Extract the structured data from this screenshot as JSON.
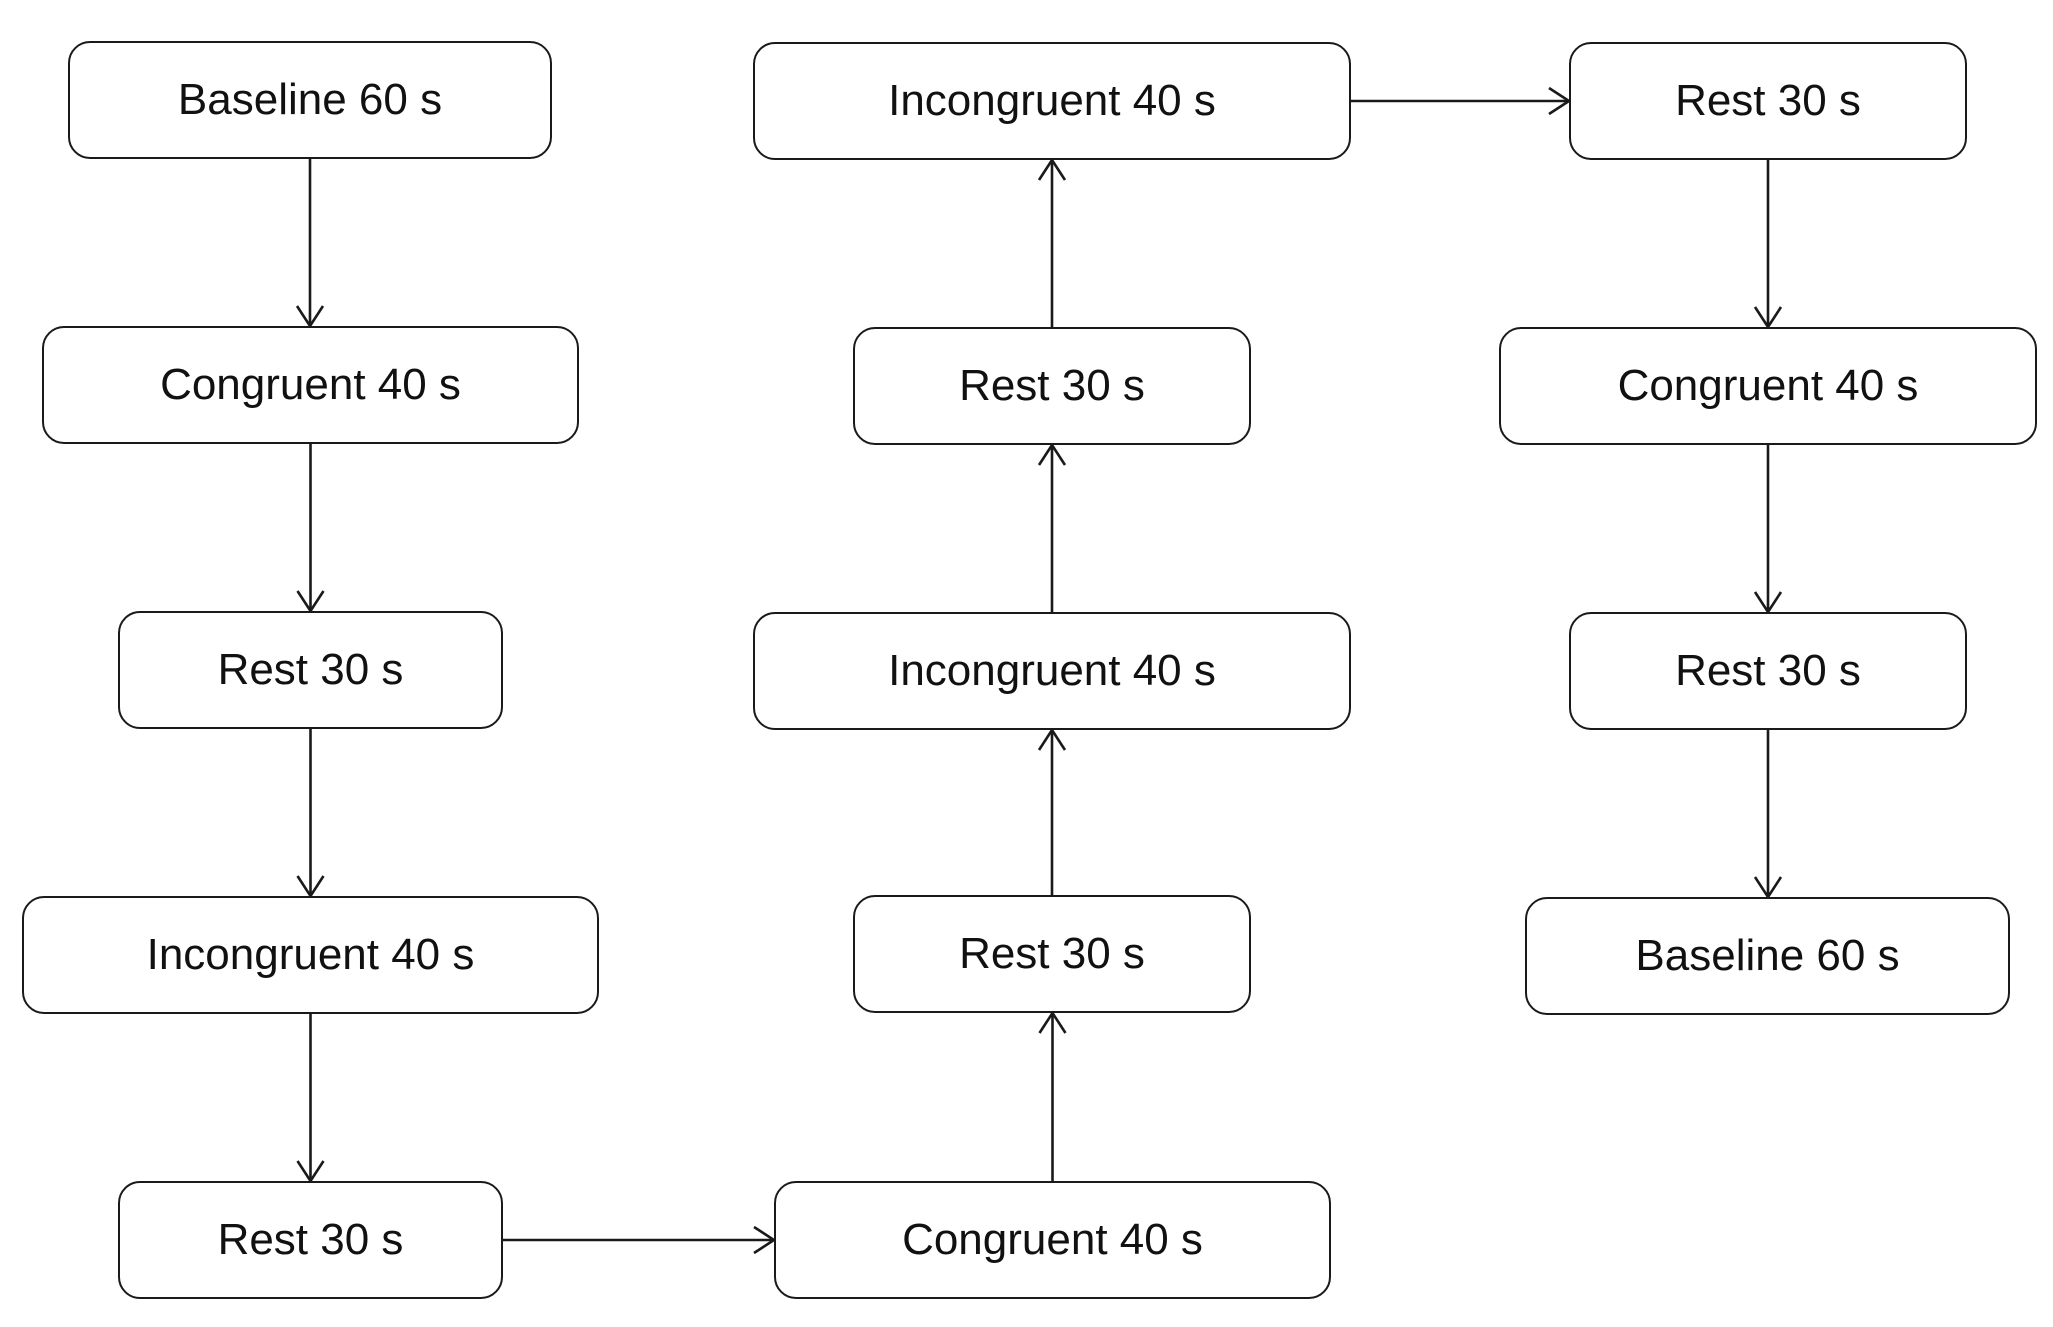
{
  "steps": [
    {
      "id": "s1",
      "label": "Baseline 60 s"
    },
    {
      "id": "s2",
      "label": "Congruent 40 s"
    },
    {
      "id": "s3",
      "label": "Rest 30 s"
    },
    {
      "id": "s4",
      "label": "Incongruent 40 s"
    },
    {
      "id": "s5",
      "label": "Rest 30 s"
    },
    {
      "id": "s6",
      "label": "Congruent 40 s"
    },
    {
      "id": "s7",
      "label": "Rest 30 s"
    },
    {
      "id": "s8",
      "label": "Incongruent 40 s"
    },
    {
      "id": "s9",
      "label": "Rest 30 s"
    },
    {
      "id": "s10",
      "label": "Incongruent 40 s"
    },
    {
      "id": "s11",
      "label": "Rest 30 s"
    },
    {
      "id": "s12",
      "label": "Congruent 40 s"
    },
    {
      "id": "s13",
      "label": "Rest 30 s"
    },
    {
      "id": "s14",
      "label": "Baseline 60 s"
    }
  ],
  "links": [
    {
      "from": "s1",
      "to": "s2"
    },
    {
      "from": "s2",
      "to": "s3"
    },
    {
      "from": "s3",
      "to": "s4"
    },
    {
      "from": "s4",
      "to": "s5"
    },
    {
      "from": "s5",
      "to": "s6"
    },
    {
      "from": "s6",
      "to": "s7"
    },
    {
      "from": "s7",
      "to": "s8"
    },
    {
      "from": "s8",
      "to": "s9"
    },
    {
      "from": "s9",
      "to": "s10"
    },
    {
      "from": "s10",
      "to": "s11"
    },
    {
      "from": "s11",
      "to": "s12"
    },
    {
      "from": "s12",
      "to": "s13"
    },
    {
      "from": "s13",
      "to": "s14"
    }
  ]
}
